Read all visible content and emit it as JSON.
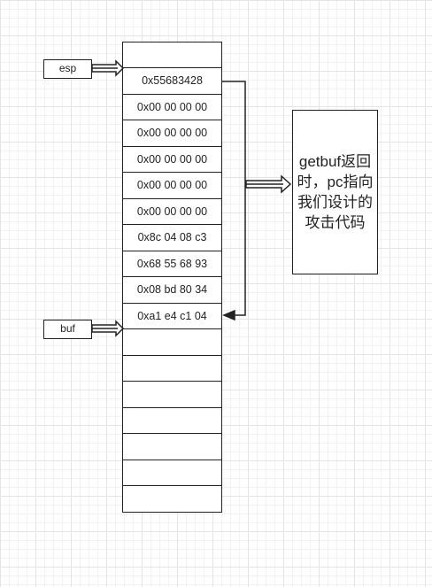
{
  "pointers": {
    "esp": "esp",
    "buf": "buf"
  },
  "stack": {
    "cells": [
      "",
      "0x55683428",
      "0x00 00 00 00",
      "0x00 00 00 00",
      "0x00 00 00 00",
      "0x00 00 00 00",
      "0x00 00 00 00",
      "0x8c 04 08 c3",
      "0x68 55 68 93",
      "0x08 bd 80 34",
      "0xa1 e4 c1 04",
      "",
      "",
      "",
      "",
      "",
      "",
      ""
    ]
  },
  "note": {
    "text": "getbuf返回时，pc指向我们设计的攻击代码"
  },
  "colors": {
    "stroke": "#222222",
    "grid": "#e4e4e4",
    "background": "#ffffff"
  }
}
